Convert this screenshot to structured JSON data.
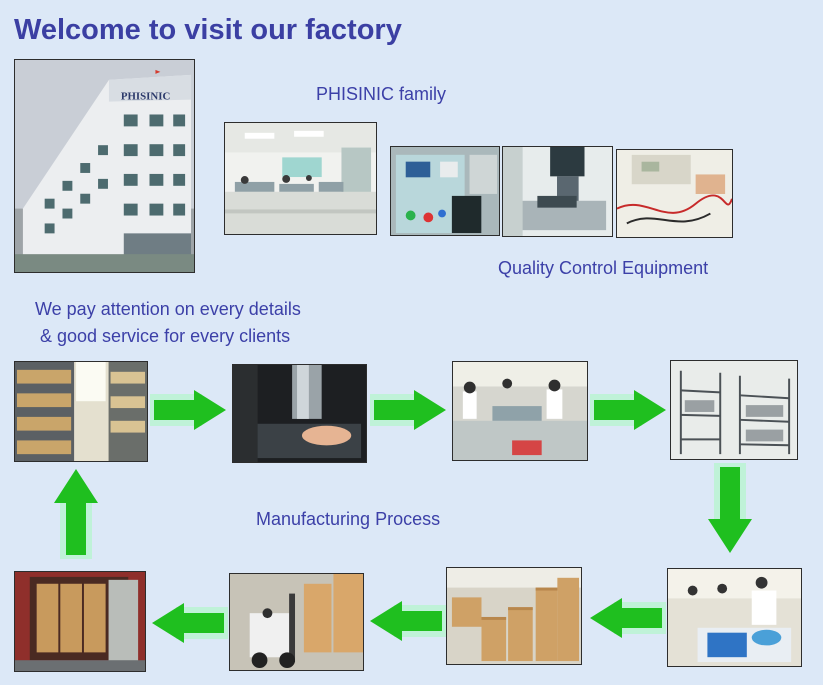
{
  "page": {
    "title": "Welcome to visit our factory",
    "sections": {
      "family": "PHISINIC family",
      "quality": "Quality Control Equipment",
      "manufacturing": "Manufacturing Process"
    },
    "note_lines": [
      "We pay attention on every details",
      " & good service for every clients"
    ],
    "building_sign": "PHISINIC"
  },
  "photos": [
    {
      "name": "factory-building-photo",
      "subject": "office building"
    },
    {
      "name": "office-interior-photo",
      "subject": "office workspace"
    },
    {
      "name": "testing-machine-photo",
      "subject": "test equipment"
    },
    {
      "name": "welding-machine-photo",
      "subject": "ultrasonic welder"
    },
    {
      "name": "multimeter-test-photo",
      "subject": "electrical testing"
    },
    {
      "name": "warehouse-shelves-photo",
      "subject": "parts storage"
    },
    {
      "name": "ultrasonic-welding-photo",
      "subject": "welding operation"
    },
    {
      "name": "assembly-line-photo",
      "subject": "assembly workers"
    },
    {
      "name": "aging-test-racks-photo",
      "subject": "aging test racks"
    },
    {
      "name": "packing-line-photo",
      "subject": "product packing"
    },
    {
      "name": "finished-goods-stock-photo",
      "subject": "carton stock"
    },
    {
      "name": "forklift-loading-photo",
      "subject": "forklift"
    },
    {
      "name": "container-loading-photo",
      "subject": "shipping container"
    }
  ],
  "colors": {
    "background": "#dce8f7",
    "title": "#3b3fa3",
    "label": "#3c40a8",
    "arrow_green": "#1fbf1f",
    "arrow_glow": "#bff2d8"
  }
}
